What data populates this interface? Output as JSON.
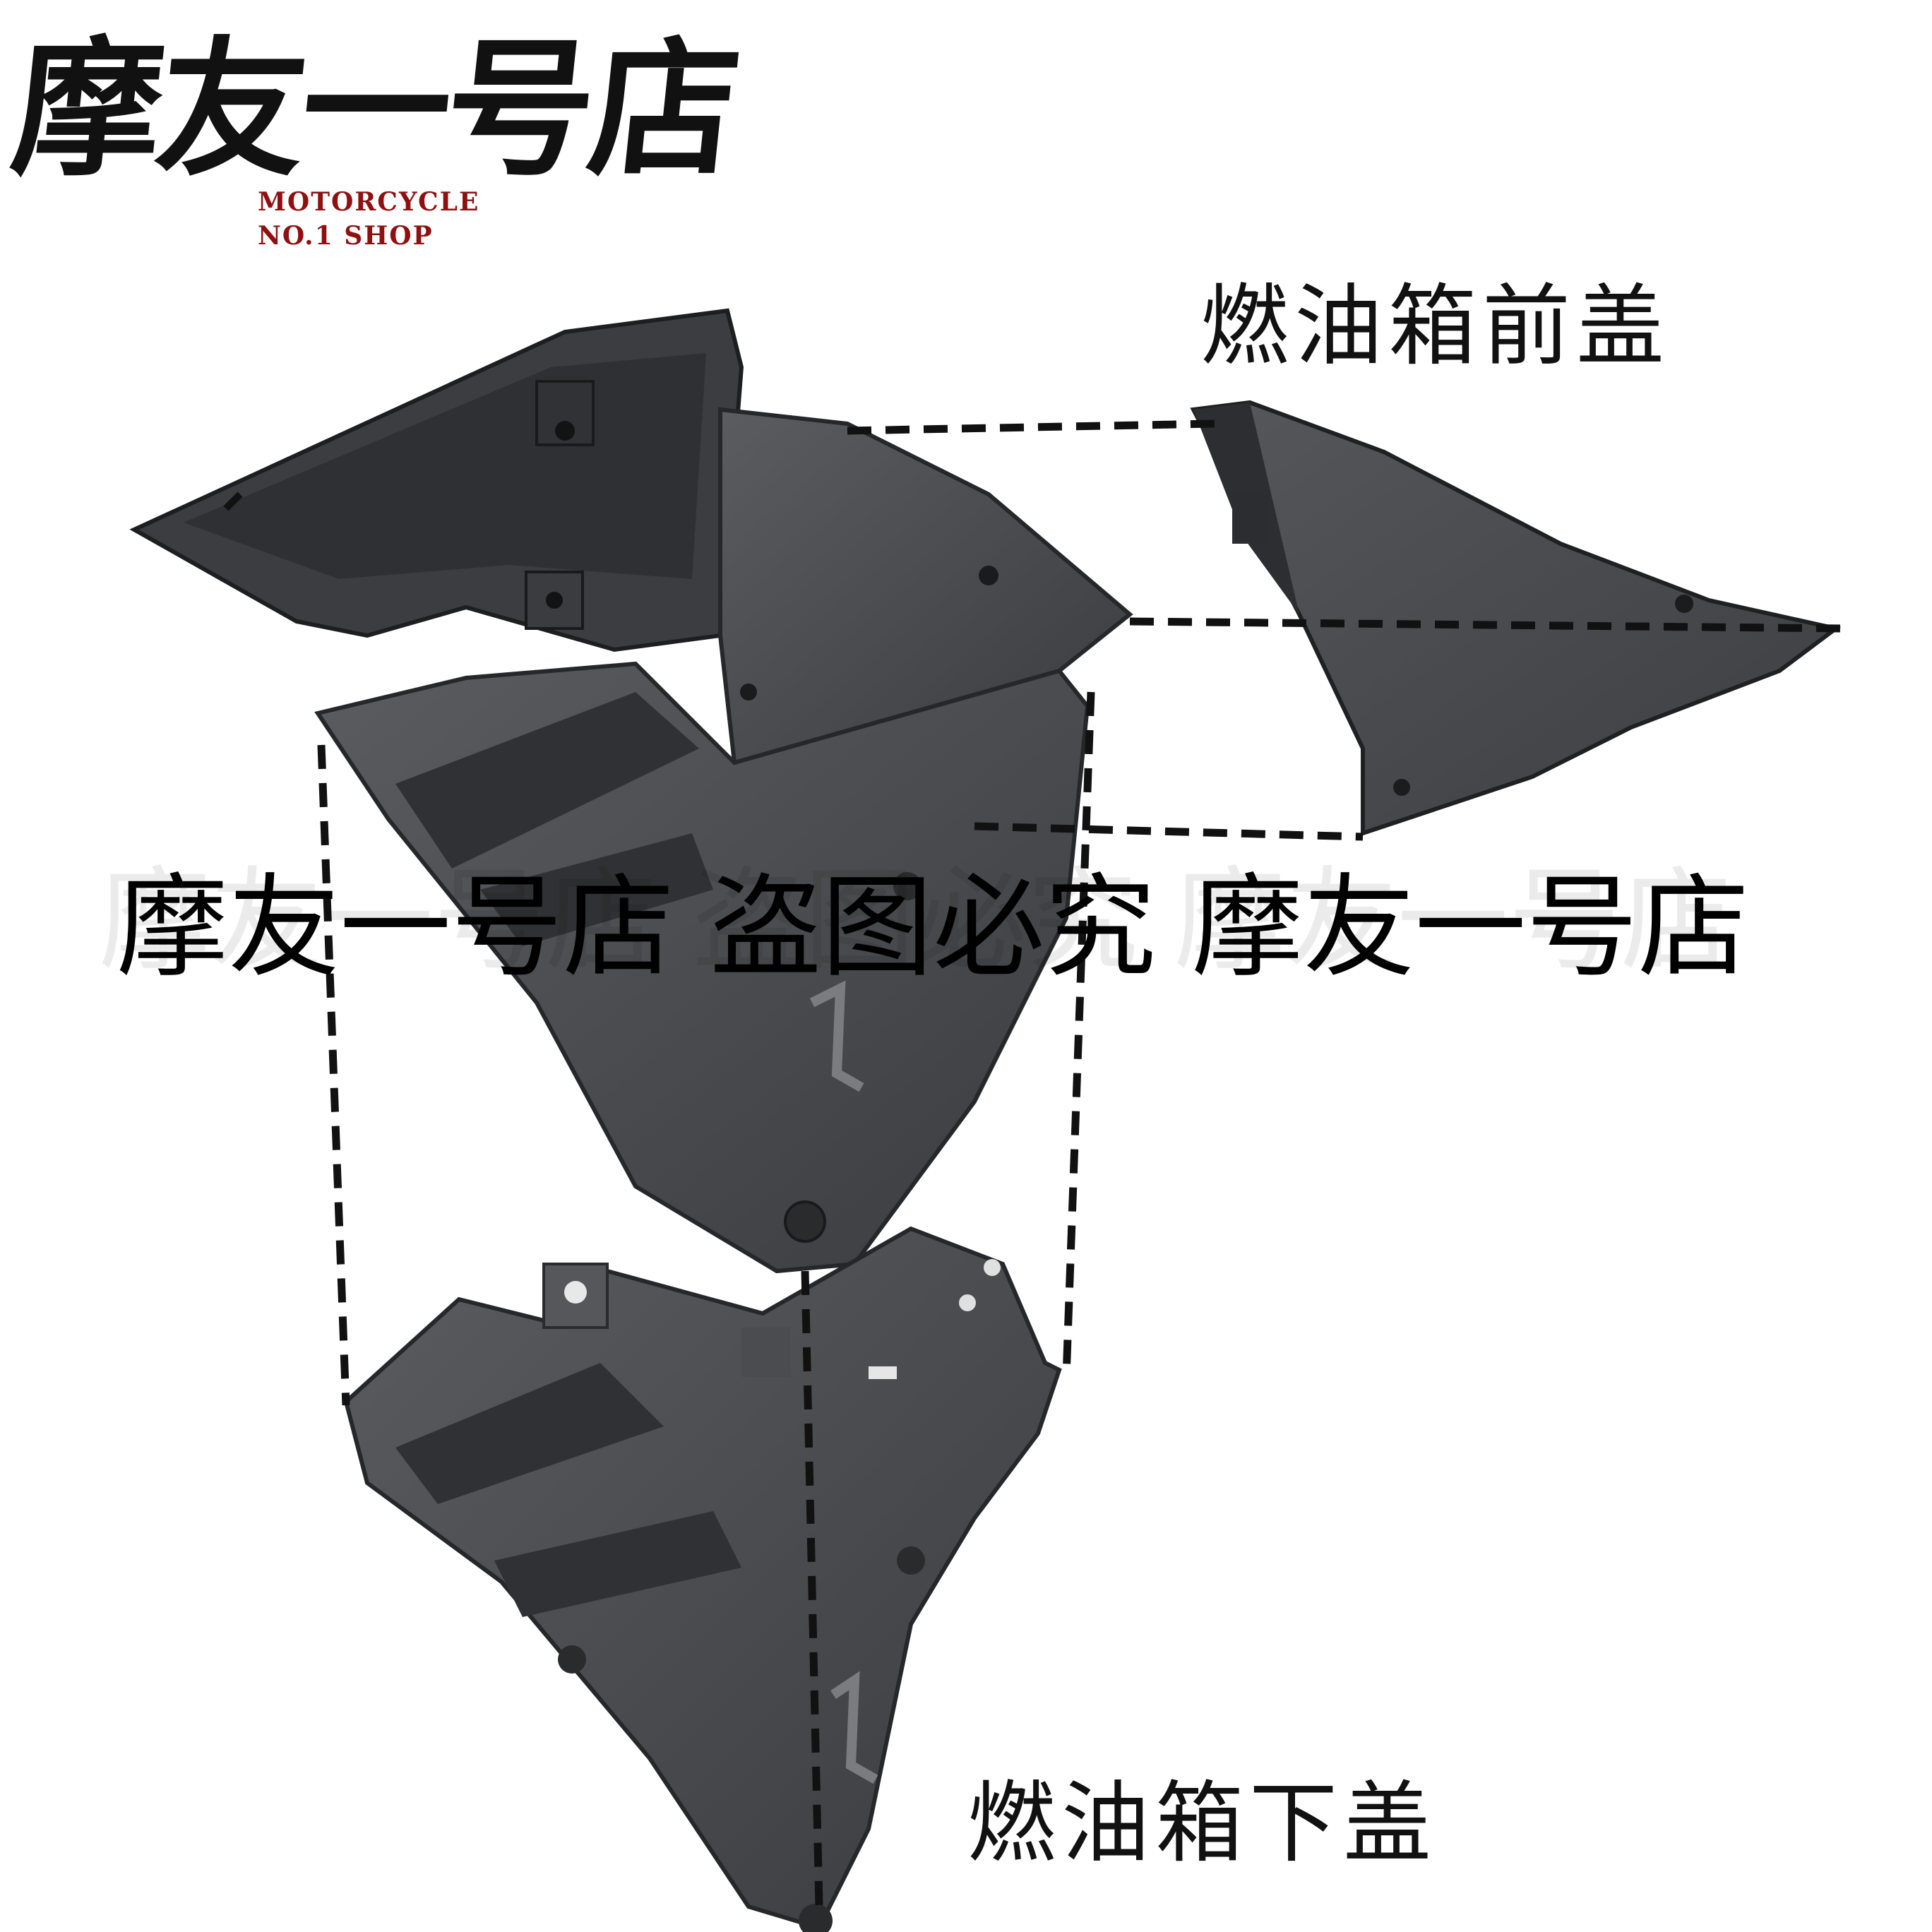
{
  "logo": {
    "chinese": "摩友一号店",
    "english_line1": "MOTORCYCLE",
    "english_line2": "NO.1 SHOP",
    "english_color": "#8f1010"
  },
  "labels": {
    "front_cover": "燃油箱前盖",
    "lower_cover": "燃油箱下盖"
  },
  "watermark": {
    "text": "摩友一号店 盗图必究 摩友一号店"
  },
  "colors": {
    "part_base": "#4a4c4f",
    "part_dark": "#2b2c2e",
    "part_light": "#6b6d70",
    "dash": "#111111"
  }
}
